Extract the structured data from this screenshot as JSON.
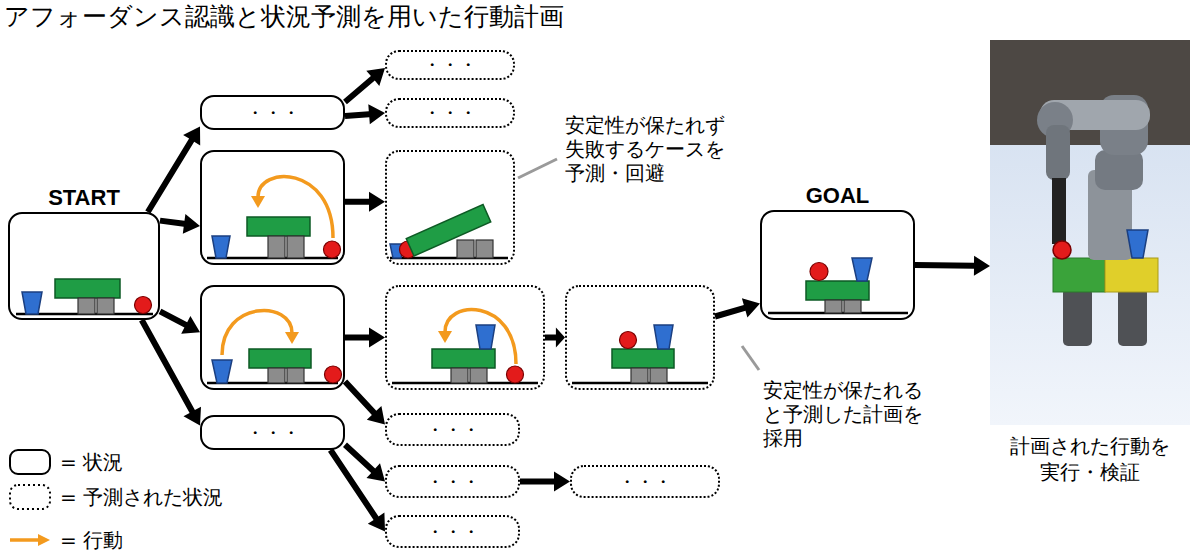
{
  "diagram": {
    "title": "アフォーダンス認識と状況予測を用いた行動計画",
    "nodes": [
      {
        "text": [
          "START"
        ]
      },
      {
        "text": [
          "・・・"
        ]
      },
      {
        "text": []
      },
      {
        "text": []
      },
      {
        "text": [
          "・・・"
        ]
      },
      {
        "text": [
          "・・・"
        ]
      },
      {
        "text": [
          "・・・"
        ]
      },
      {
        "text": []
      },
      {
        "text": []
      },
      {
        "text": [
          "・・・"
        ]
      },
      {
        "text": [
          "・・・"
        ]
      },
      {
        "text": [
          "・・・"
        ]
      },
      {
        "text": []
      },
      {
        "text": [
          "・・・"
        ]
      },
      {
        "text": [
          "GOAL"
        ]
      },
      {
        "text": [
          "計画された行動を 実行・検証"
        ]
      }
    ],
    "edges": [
      {
        "from": 0,
        "to": 1,
        "arrow": "to"
      },
      {
        "from": 0,
        "to": 2,
        "arrow": "to"
      },
      {
        "from": 0,
        "to": 3,
        "arrow": "to"
      },
      {
        "from": 0,
        "to": 4,
        "arrow": "to"
      },
      {
        "from": 1,
        "to": 5,
        "arrow": "to"
      },
      {
        "from": 1,
        "to": 6,
        "arrow": "to"
      },
      {
        "from": 2,
        "to": 7,
        "arrow": "to"
      },
      {
        "from": 3,
        "to": 8,
        "arrow": "to"
      },
      {
        "from": 3,
        "to": 9,
        "arrow": "to"
      },
      {
        "from": 8,
        "to": 12,
        "arrow": "to"
      },
      {
        "from": 4,
        "to": 10,
        "arrow": "to"
      },
      {
        "from": 4,
        "to": 11,
        "arrow": "to"
      },
      {
        "from": 10,
        "to": 13,
        "arrow": "to"
      },
      {
        "from": 12,
        "to": 14,
        "arrow": "to"
      },
      {
        "from": 14,
        "to": 15,
        "arrow": "to"
      }
    ],
    "labels": [
      "安定性が保たれず 失敗するケースを 予測・回避",
      "安定性が保たれる と予測した計画を 採用"
    ],
    "legend": [
      {
        "text": "= 状況"
      },
      {
        "text": "= 予測された状況"
      },
      {
        "text": "= 行動"
      }
    ]
  }
}
